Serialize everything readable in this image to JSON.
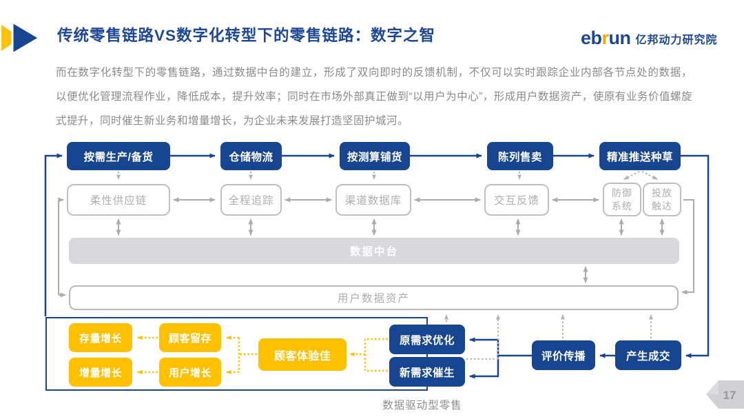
{
  "header": {
    "title": "传统零售链路VS数字化转型下的零售链路：数字之智",
    "logo": {
      "eb": "eb",
      "r": "r",
      "un": "un",
      "org": "亿邦动力研究院"
    }
  },
  "intro_paragraph": "而在数字化转型下的零售链路，通过数据中台的建立，形成了双向即时的反馈机制，不仅可以实时跟踪企业内部各节点处的数据，以便优化管理流程作业，降低成本，提升效率；同时在市场外部真正做到“以用户为中心”，形成用户数据资产，使原有业务价值螺旋式提升，同时催生新业务和增量增长，为企业未来发展打造坚固护城河。",
  "flow_top": [
    "按需生产/备货",
    "仓储物流",
    "按测算铺货",
    "陈列售卖",
    "精准推送种草"
  ],
  "flow_mid": [
    "柔性供应链",
    "全程追踪",
    "渠道数据库",
    "交互反馈",
    "防御系统",
    "投放触达"
  ],
  "data_platform_label": "数据中台",
  "user_data_asset_label": "用户数据资产",
  "growth_boxes": [
    "存量增长",
    "顾客留存",
    "增量增长",
    "用户增长"
  ],
  "experience_label": "顾客体验佳",
  "demand_boxes": [
    "原需求优化",
    "新需求催生"
  ],
  "spread_label": "评价传播",
  "deal_label": "产生成交",
  "bottom_caption": "数据驱动型零售",
  "page_number": "17",
  "colors": {
    "primary_blue": "#17458F",
    "accent_yellow": "#FFC000",
    "gray_line": "#ACACAC",
    "platform_bar_gray": "#D9D9DD",
    "text_gray": "#8A8A8A"
  }
}
